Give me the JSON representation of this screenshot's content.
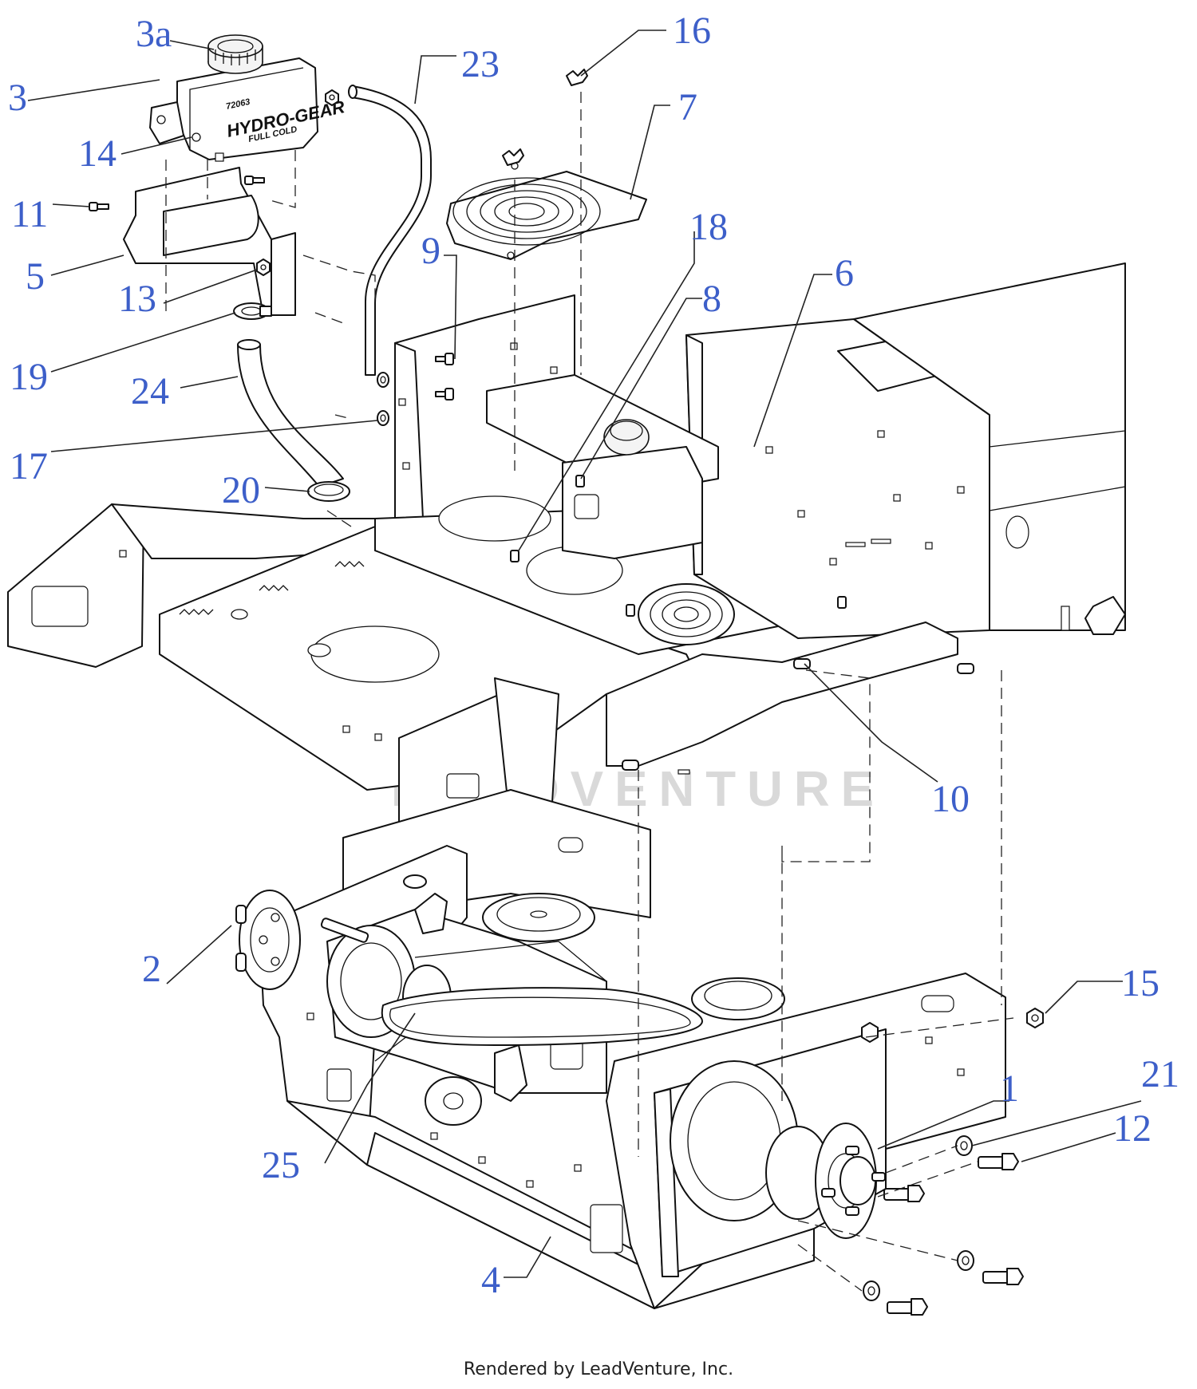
{
  "callouts": [
    {
      "id": "3a",
      "label": "3a"
    },
    {
      "id": "3",
      "label": "3"
    },
    {
      "id": "14",
      "label": "14"
    },
    {
      "id": "11",
      "label": "11"
    },
    {
      "id": "5",
      "label": "5"
    },
    {
      "id": "13",
      "label": "13"
    },
    {
      "id": "19",
      "label": "19"
    },
    {
      "id": "24",
      "label": "24"
    },
    {
      "id": "17",
      "label": "17"
    },
    {
      "id": "20",
      "label": "20"
    },
    {
      "id": "23",
      "label": "23"
    },
    {
      "id": "16",
      "label": "16"
    },
    {
      "id": "7",
      "label": "7"
    },
    {
      "id": "9",
      "label": "9"
    },
    {
      "id": "18",
      "label": "18"
    },
    {
      "id": "8",
      "label": "8"
    },
    {
      "id": "6",
      "label": "6"
    },
    {
      "id": "10",
      "label": "10"
    },
    {
      "id": "2",
      "label": "2"
    },
    {
      "id": "15",
      "label": "15"
    },
    {
      "id": "21",
      "label": "21"
    },
    {
      "id": "1",
      "label": "1"
    },
    {
      "id": "12",
      "label": "12"
    },
    {
      "id": "25",
      "label": "25"
    },
    {
      "id": "4",
      "label": "4"
    }
  ],
  "reservoir_decal": {
    "brand": "HYDRO-GEAR",
    "part_no": "72063",
    "fill_mark": "FULL COLD"
  },
  "watermark": "LEADVENTURE",
  "footer": {
    "credit": "Rendered by LeadVenture, Inc."
  },
  "colors": {
    "callout_text": "#3d5fc9",
    "line_art": "#111111",
    "watermark": "#d9d9d9"
  }
}
